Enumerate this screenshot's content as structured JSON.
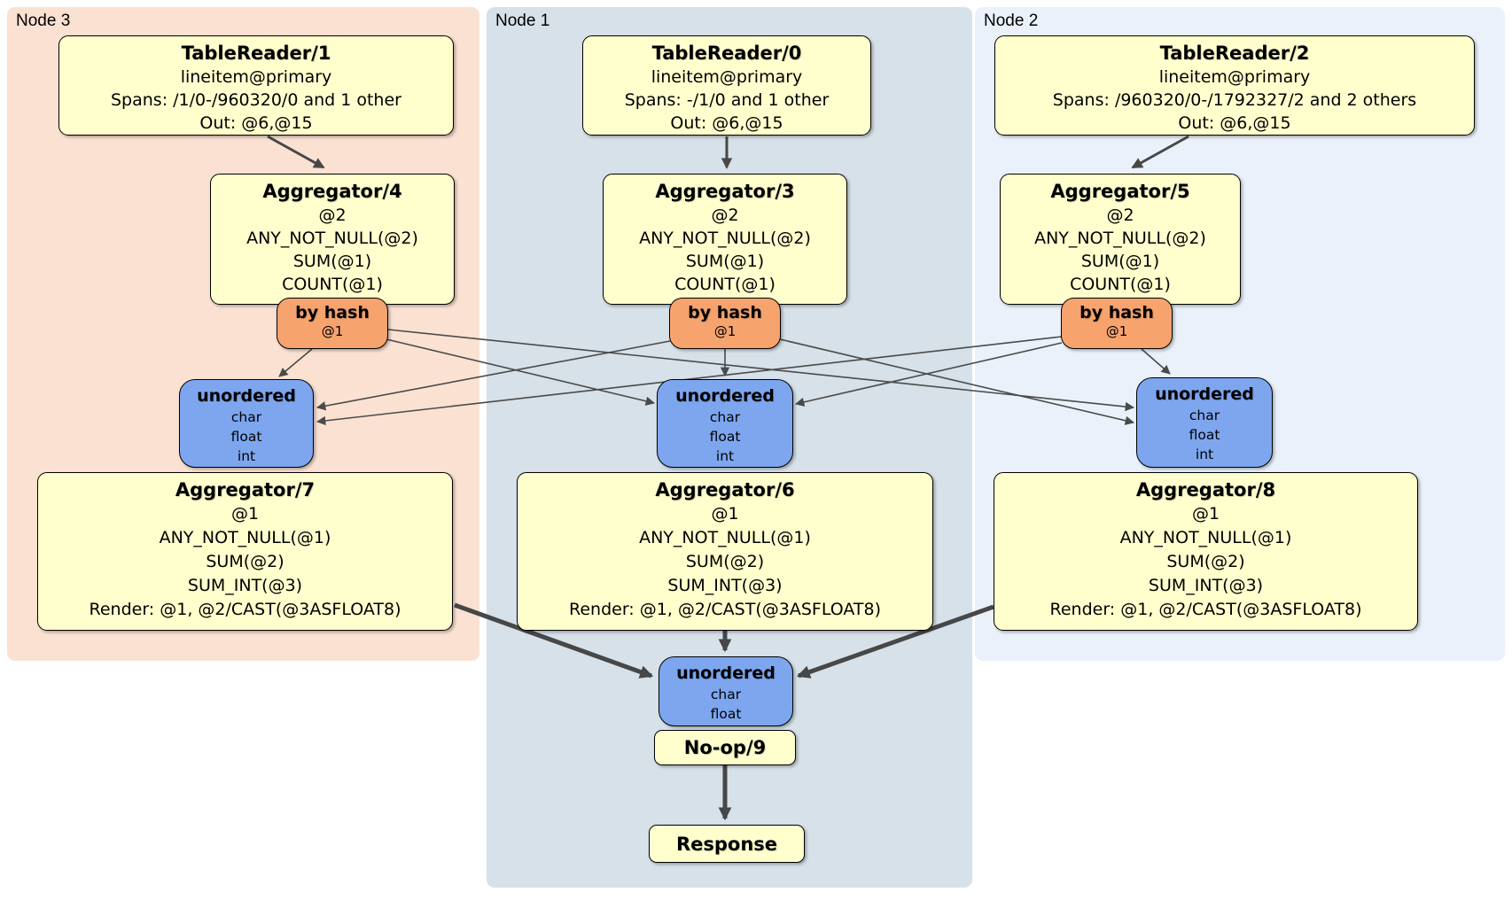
{
  "diagram": {
    "kind": "distributed SQL physical plan",
    "colors": {
      "node3_bg": "#fbe1d2",
      "node1_bg": "#d6e1e9",
      "node2_bg": "#eaf1fa",
      "processor_bg": "#ffffce",
      "router_bg": "#f7a36e",
      "sync_bg": "#7da6ef",
      "edge": "#4a4a4a"
    }
  },
  "nodes": [
    {
      "label": "Node 3",
      "table_reader": {
        "title": "TableReader/1",
        "index": "lineitem@primary",
        "spans": "Spans: /1/0-/960320/0 and 1 other",
        "out": "Out: @6,@15"
      },
      "agg_top": {
        "title": "Aggregator/4",
        "lines": [
          "@2",
          "ANY_NOT_NULL(@2)",
          "SUM(@1)",
          "COUNT(@1)"
        ]
      },
      "router": {
        "title": "by hash",
        "detail": "@1"
      },
      "sync": {
        "title": "unordered",
        "types": [
          "char",
          "float",
          "int"
        ]
      },
      "agg_bottom": {
        "title": "Aggregator/7",
        "lines": [
          "@1",
          "ANY_NOT_NULL(@1)",
          "SUM(@2)",
          "SUM_INT(@3)",
          "Render: @1, @2/CAST(@3ASFLOAT8)"
        ]
      }
    },
    {
      "label": "Node 1",
      "table_reader": {
        "title": "TableReader/0",
        "index": "lineitem@primary",
        "spans": "Spans: -/1/0 and 1 other",
        "out": "Out: @6,@15"
      },
      "agg_top": {
        "title": "Aggregator/3",
        "lines": [
          "@2",
          "ANY_NOT_NULL(@2)",
          "SUM(@1)",
          "COUNT(@1)"
        ]
      },
      "router": {
        "title": "by hash",
        "detail": "@1"
      },
      "sync": {
        "title": "unordered",
        "types": [
          "char",
          "float",
          "int"
        ]
      },
      "agg_bottom": {
        "title": "Aggregator/6",
        "lines": [
          "@1",
          "ANY_NOT_NULL(@1)",
          "SUM(@2)",
          "SUM_INT(@3)",
          "Render: @1, @2/CAST(@3ASFLOAT8)"
        ]
      }
    },
    {
      "label": "Node 2",
      "table_reader": {
        "title": "TableReader/2",
        "index": "lineitem@primary",
        "spans": "Spans: /960320/0-/1792327/2 and 2 others",
        "out": "Out: @6,@15"
      },
      "agg_top": {
        "title": "Aggregator/5",
        "lines": [
          "@2",
          "ANY_NOT_NULL(@2)",
          "SUM(@1)",
          "COUNT(@1)"
        ]
      },
      "router": {
        "title": "by hash",
        "detail": "@1"
      },
      "sync": {
        "title": "unordered",
        "types": [
          "char",
          "float",
          "int"
        ]
      },
      "agg_bottom": {
        "title": "Aggregator/8",
        "lines": [
          "@1",
          "ANY_NOT_NULL(@1)",
          "SUM(@2)",
          "SUM_INT(@3)",
          "Render: @1, @2/CAST(@3ASFLOAT8)"
        ]
      }
    }
  ],
  "final_stage": {
    "sync": {
      "title": "unordered",
      "types": [
        "char",
        "float"
      ]
    },
    "noop_label": "No-op/9",
    "response_label": "Response"
  },
  "edges": {
    "table_to_agg": [
      "TableReader/1→Aggregator/4",
      "TableReader/0→Aggregator/3",
      "TableReader/2→Aggregator/5"
    ],
    "router_to_sync": "each by-hash router fans out to all three unordered syncs (3×3 mesh)",
    "agg_to_final": [
      "Aggregator/7→unordered",
      "Aggregator/6→unordered",
      "Aggregator/8→unordered"
    ],
    "tail": [
      "unordered→No-op/9",
      "No-op/9→Response"
    ]
  }
}
